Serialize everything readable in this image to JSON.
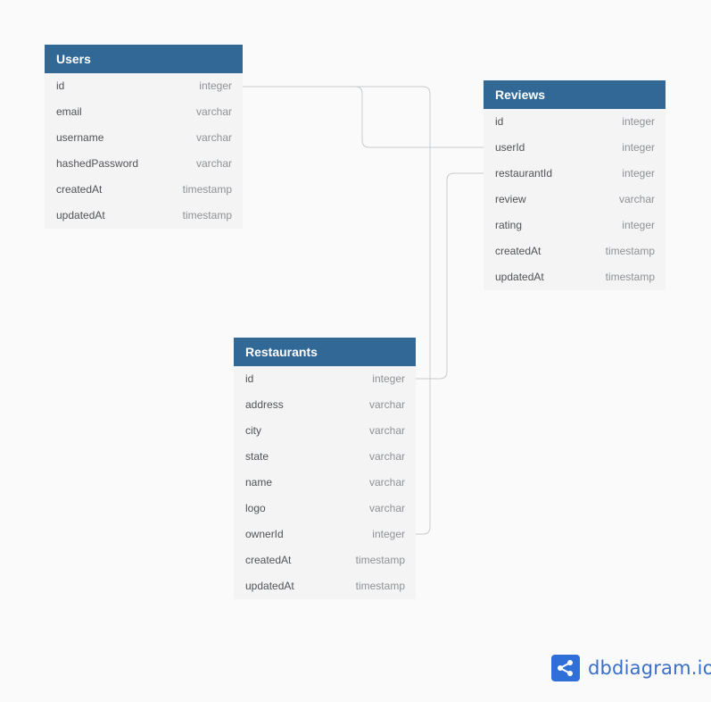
{
  "tables": {
    "users": {
      "name": "Users",
      "fields": [
        {
          "name": "id",
          "type": "integer"
        },
        {
          "name": "email",
          "type": "varchar"
        },
        {
          "name": "username",
          "type": "varchar"
        },
        {
          "name": "hashedPassword",
          "type": "varchar"
        },
        {
          "name": "createdAt",
          "type": "timestamp"
        },
        {
          "name": "updatedAt",
          "type": "timestamp"
        }
      ]
    },
    "reviews": {
      "name": "Reviews",
      "fields": [
        {
          "name": "id",
          "type": "integer"
        },
        {
          "name": "userId",
          "type": "integer"
        },
        {
          "name": "restaurantId",
          "type": "integer"
        },
        {
          "name": "review",
          "type": "varchar"
        },
        {
          "name": "rating",
          "type": "integer"
        },
        {
          "name": "createdAt",
          "type": "timestamp"
        },
        {
          "name": "updatedAt",
          "type": "timestamp"
        }
      ]
    },
    "restaurants": {
      "name": "Restaurants",
      "fields": [
        {
          "name": "id",
          "type": "integer"
        },
        {
          "name": "address",
          "type": "varchar"
        },
        {
          "name": "city",
          "type": "varchar"
        },
        {
          "name": "state",
          "type": "varchar"
        },
        {
          "name": "name",
          "type": "varchar"
        },
        {
          "name": "logo",
          "type": "varchar"
        },
        {
          "name": "ownerId",
          "type": "integer"
        },
        {
          "name": "createdAt",
          "type": "timestamp"
        },
        {
          "name": "updatedAt",
          "type": "timestamp"
        }
      ]
    }
  },
  "relationships": [
    {
      "from": "Users.id",
      "to": "Reviews.userId"
    },
    {
      "from": "Users.id",
      "to": "Restaurants.ownerId"
    },
    {
      "from": "Restaurants.id",
      "to": "Reviews.restaurantId"
    }
  ],
  "brand": {
    "name": "dbdiagram.io",
    "icon": "share-nodes-icon",
    "color": "#2f6fd8"
  },
  "colors": {
    "header": "#316896",
    "background": "#fafafb",
    "connector": "#c7cacd"
  }
}
